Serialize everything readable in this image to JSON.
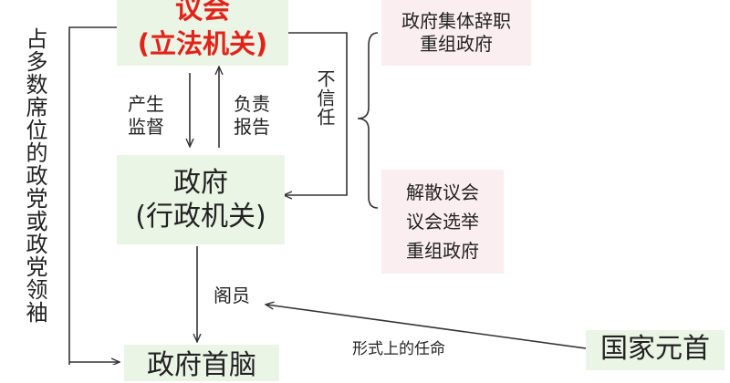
{
  "parliament": {
    "name": "议会",
    "sub": "(立法机关)"
  },
  "government": {
    "name": "政府",
    "sub": "(行政机关)"
  },
  "head": {
    "name": "政府首脑"
  },
  "state_head": {
    "name": "国家元首"
  },
  "left_label": "占多数席位的政党或政党领袖",
  "produce_supervise": [
    "产生",
    "监督"
  ],
  "responsible_report": [
    "负责",
    "报告"
  ],
  "no_confidence": "不信任",
  "option_resign": [
    "政府集体辞职",
    "重组政府"
  ],
  "option_dissolve": [
    "解散议会",
    "议会选举",
    "重组政府"
  ],
  "cabinet": "阁员",
  "formal_appoint": "形式上的任命"
}
